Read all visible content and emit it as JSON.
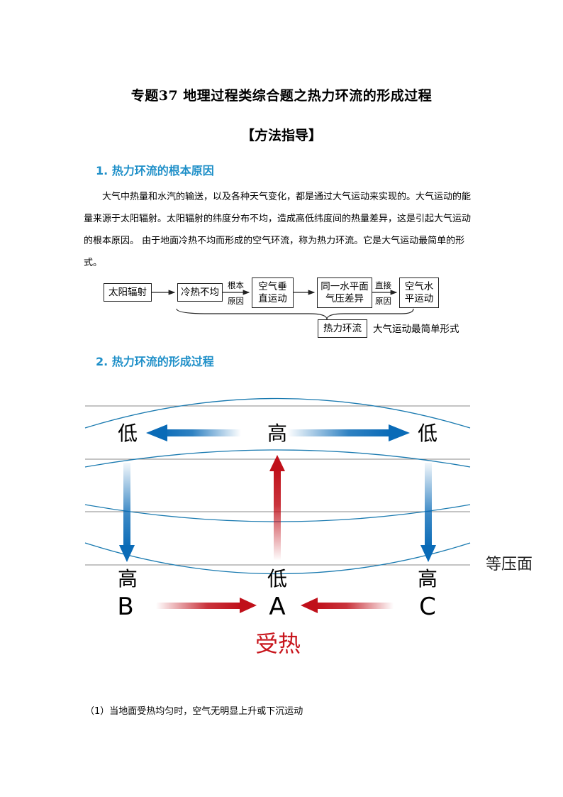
{
  "document": {
    "title": "专题37  地理过程类综合题之热力环流的形成过程",
    "section": "【方法指导】",
    "heading1": "1. 热力环流的根本原因",
    "paragraph1": "大气中热量和水汽的输送，以及各种天气变化，都是通过大气运动来实现的。大气运动的能量来源于太阳辐射。太阳辐射的纬度分布不均，造成高低纬度间的热量差异，这是引起大气运动的根本原因。 由于地面冷热不均而形成的空气环流，称为热力环流。它是大气运动最简单的形式。",
    "heading2": "2. 热力环流的形成过程",
    "note1": "（1）当地面受热均匀时，空气无明显上升或下沉运动"
  },
  "flowchart": {
    "boxes": [
      {
        "id": "solar",
        "line1": "太阳辐射",
        "line2": ""
      },
      {
        "id": "uneven",
        "line1": "冷热不均",
        "line2": ""
      },
      {
        "id": "vertical",
        "line1": "空气垂",
        "line2": "直运动"
      },
      {
        "id": "pressure",
        "line1": "同一水平面",
        "line2": "气压差异"
      },
      {
        "id": "horizontal",
        "line1": "空气水",
        "line2": "平运动"
      },
      {
        "id": "circulation",
        "line1": "热力环流",
        "line2": ""
      }
    ],
    "arrow_labels": {
      "root_top": "根本",
      "root_bottom": "原因",
      "direct_top": "直接",
      "direct_bottom": "原因"
    },
    "caption": "大气运动最简单形式"
  },
  "diagram": {
    "upper_labels": {
      "left": "低",
      "center": "高",
      "right": "低"
    },
    "lower_labels": {
      "left": "高",
      "center": "低",
      "right": "高"
    },
    "points": {
      "left": "B",
      "center": "A",
      "right": "C"
    },
    "heated_label": "受热",
    "isobar_label": "等压面",
    "colors": {
      "blue_arrow": "#0a6bb7",
      "red_arrow": "#c0101a",
      "isobar_curve": "#1a7ab0",
      "gray_line": "#8a8a8a",
      "heated_text": "#c8161d"
    }
  }
}
